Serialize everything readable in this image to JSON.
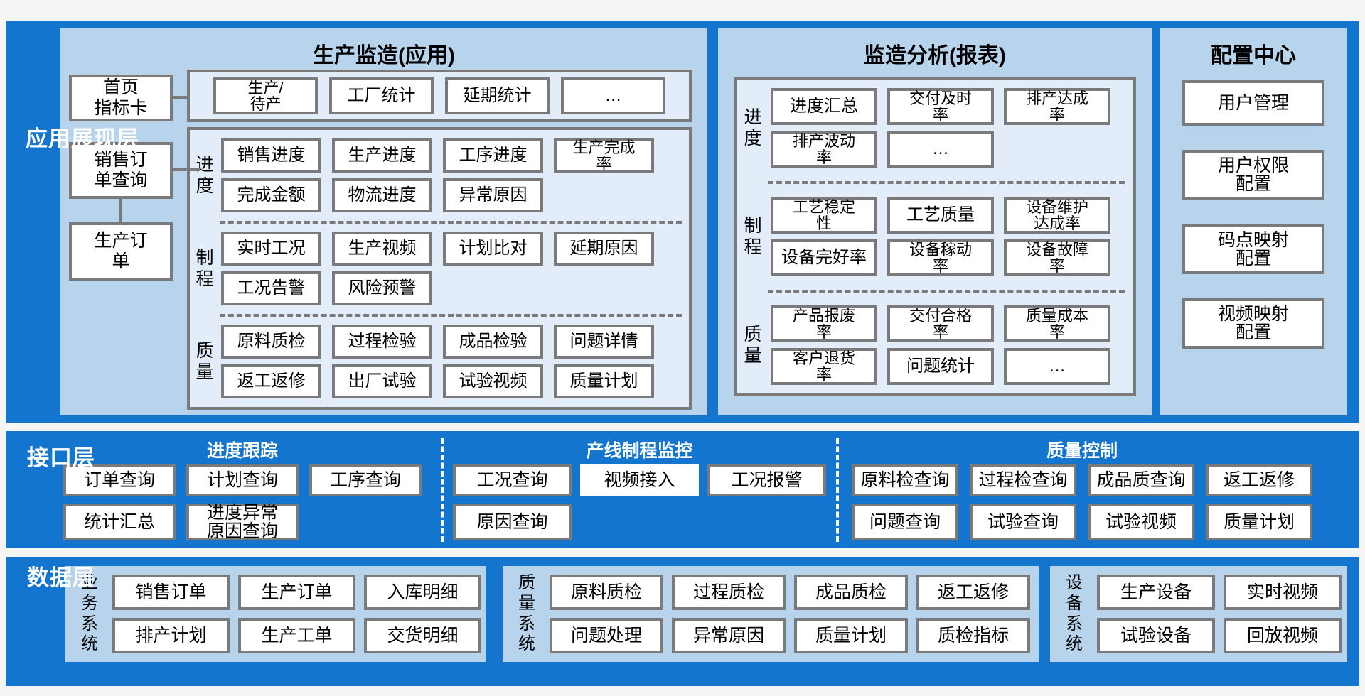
{
  "colors": {
    "frame_blue": "#1375cd",
    "panel_blue": "#b7d4ec",
    "subpanel_blue": "#e2edf9",
    "border_gray": "#7a7a7a",
    "box_white": "#ffffff",
    "label_white": "#ffffff",
    "page_bg": "#f5f5f6"
  },
  "app_layer": {
    "label": "应用展现层",
    "production_panel": {
      "title": "生产监造(应用)",
      "left_nav": [
        "首页\n指标卡",
        "销售订\n单查询",
        "生产订\n单"
      ],
      "top_row": [
        "生产/\n待产",
        "工厂统计",
        "延期统计",
        "…"
      ],
      "sections": [
        {
          "label": "进度",
          "rows": [
            [
              "销售进度",
              "生产进度",
              "工序进度",
              "生产完成\n率"
            ],
            [
              "完成金额",
              "物流进度",
              "异常原因",
              ""
            ]
          ]
        },
        {
          "label": "制程",
          "rows": [
            [
              "实时工况",
              "生产视频",
              "计划比对",
              "延期原因"
            ],
            [
              "工况告警",
              "风险预警",
              "",
              ""
            ]
          ]
        },
        {
          "label": "质量",
          "rows": [
            [
              "原料质检",
              "过程检验",
              "成品检验",
              "问题详情"
            ],
            [
              "返工返修",
              "出厂试验",
              "试验视频",
              "质量计划"
            ]
          ]
        }
      ]
    },
    "analysis_panel": {
      "title": "监造分析(报表)",
      "sections": [
        {
          "label": "进度",
          "rows": [
            [
              "进度汇总",
              "交付及时\n率",
              "排产达成\n率"
            ],
            [
              "排产波动\n率",
              "…",
              ""
            ]
          ]
        },
        {
          "label": "制程",
          "rows": [
            [
              "工艺稳定\n性",
              "工艺质量",
              "设备维护\n达成率"
            ],
            [
              "设备完好率",
              "设备稼动\n率",
              "设备故障\n率"
            ]
          ]
        },
        {
          "label": "质量",
          "rows": [
            [
              "产品报废\n率",
              "交付合格\n率",
              "质量成本\n率"
            ],
            [
              "客户退货\n率",
              "问题统计",
              "…"
            ]
          ]
        }
      ]
    },
    "config_panel": {
      "title": "配置中心",
      "items": [
        "用户管理",
        "用户权限\n配置",
        "码点映射\n配置",
        "视频映射\n配置"
      ]
    }
  },
  "interface_layer": {
    "label": "接口层",
    "groups": [
      {
        "title": "进度跟踪",
        "rows": [
          [
            "订单查询",
            "计划查询",
            "工序查询"
          ],
          [
            "统计汇总",
            "进度异常\n原因查询"
          ]
        ]
      },
      {
        "title": "产线制程监控",
        "rows": [
          [
            "工况查询",
            "视频接入",
            "工况报警"
          ],
          [
            "原因查询"
          ]
        ]
      },
      {
        "title": "质量控制",
        "rows": [
          [
            "原料检查询",
            "过程检查询",
            "成品质查询",
            "返工返修"
          ],
          [
            "问题查询",
            "试验查询",
            "试验视频",
            "质量计划"
          ]
        ]
      }
    ]
  },
  "data_layer": {
    "label": "数据层",
    "systems": [
      {
        "label": "业务系统",
        "rows": [
          [
            "销售订单",
            "生产订单",
            "入库明细"
          ],
          [
            "排产计划",
            "生产工单",
            "交货明细"
          ]
        ]
      },
      {
        "label": "质量系统",
        "rows": [
          [
            "原料质检",
            "过程质检",
            "成品质检",
            "返工返修"
          ],
          [
            "问题处理",
            "异常原因",
            "质量计划",
            "质检指标"
          ]
        ]
      },
      {
        "label": "设备系统",
        "rows": [
          [
            "生产设备",
            "实时视频"
          ],
          [
            "试验设备",
            "回放视频"
          ]
        ]
      }
    ]
  }
}
